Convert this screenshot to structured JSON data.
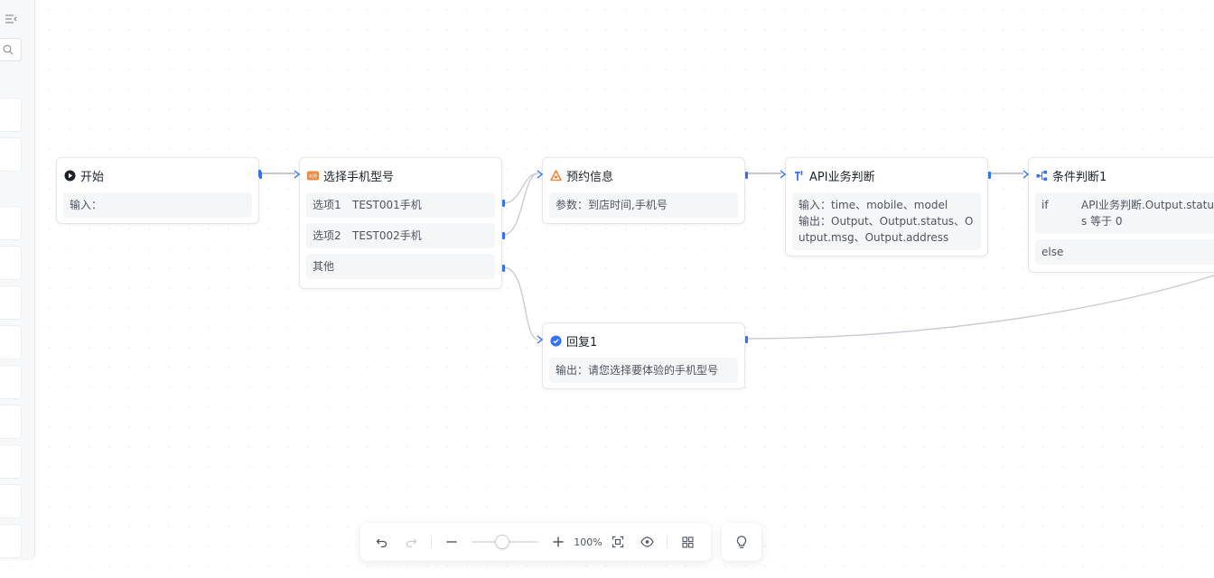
{
  "toolbar": {
    "zoom_label": "100%"
  },
  "nodes": {
    "start": {
      "title": "开始",
      "input_label": "输入："
    },
    "choose_phone": {
      "title": "选择手机型号",
      "options": [
        {
          "label": "选项1",
          "value": "TEST001手机"
        },
        {
          "label": "选项2",
          "value": "TEST002手机"
        }
      ],
      "other": "其他"
    },
    "reserve": {
      "title": "预约信息",
      "params": "参数：到店时间,手机号"
    },
    "api_judge": {
      "title": "API业务判断",
      "input": "输入：time、mobile、model",
      "output": "输出：Output、Output.status、Output.msg、Output.address"
    },
    "condition": {
      "title": "条件判断1",
      "if_label": "if",
      "if_value": "API业务判断.Output.status 等于 0",
      "else_label": "else"
    },
    "reply": {
      "title": "回复1",
      "output": "输出：请您选择要体验的手机型号"
    }
  },
  "icons": {
    "start": "play-circle-icon",
    "choose_phone": "ab-choice-icon",
    "reserve": "collect-info-icon",
    "api_judge": "api-icon",
    "condition": "branch-icon",
    "reply": "check-circle-icon"
  },
  "colors": {
    "accent": "#3370ff",
    "edge": "#c9ccd3",
    "choice_icon": "#f0883e",
    "reserve_icon": "#f0883e",
    "api_icon": "#3370ff",
    "reply_icon": "#3370ff"
  }
}
